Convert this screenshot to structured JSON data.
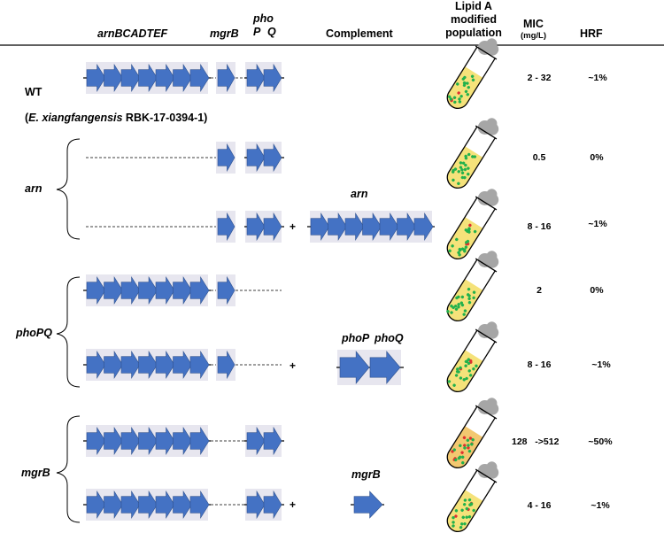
{
  "header": {
    "arn_genes": "arnBCADTEF",
    "mgr_gene": "mgrB",
    "pho_top": "pho",
    "pho_p": "P",
    "pho_q": "Q",
    "complement": "Complement",
    "lipid_line1": "Lipid A",
    "lipid_line2": "modified",
    "lipid_line3": "population",
    "mic": "MIC",
    "mic_unit": "(mg/L)",
    "hrf": "HRF"
  },
  "strain": {
    "wt": "WT",
    "open_paren": "(",
    "species": "E. xiangfangensis",
    "isolate": " RBK-17-0394-1)"
  },
  "groups": {
    "arn": "arn",
    "phopq": "phoPQ",
    "mgrb": "mgrB"
  },
  "complement_labels": {
    "arn": "arn",
    "phoP": "phoP",
    "phoQ": "phoQ",
    "mgrB": "mgrB"
  },
  "plus": "+",
  "rows": [
    {
      "mic": "2 - 32",
      "hrf": "~1%",
      "red_level": "few"
    },
    {
      "mic": "0.5",
      "hrf": "0%",
      "red_level": "none"
    },
    {
      "mic": "8 - 16",
      "hrf": "~1%",
      "red_level": "few"
    },
    {
      "mic": "2",
      "hrf": "0%",
      "red_level": "none"
    },
    {
      "mic": "8 - 16",
      "hrf": "~1%",
      "red_level": "few"
    },
    {
      "mic": "128   ->512",
      "hrf": "~50%",
      "red_level": "many"
    },
    {
      "mic": "4 - 16",
      "hrf": "~1%",
      "red_level": "few"
    }
  ],
  "colors": {
    "arrow": "#4472c4",
    "arrow_stroke": "#2f528f",
    "gene_bg": "#e7e6ef",
    "tube_fill": "#f5e27a",
    "tube_fill_many": "#f3c870",
    "dot_green": "#22b14c",
    "dot_red": "#e03030",
    "cap": "#a6a6a6"
  }
}
